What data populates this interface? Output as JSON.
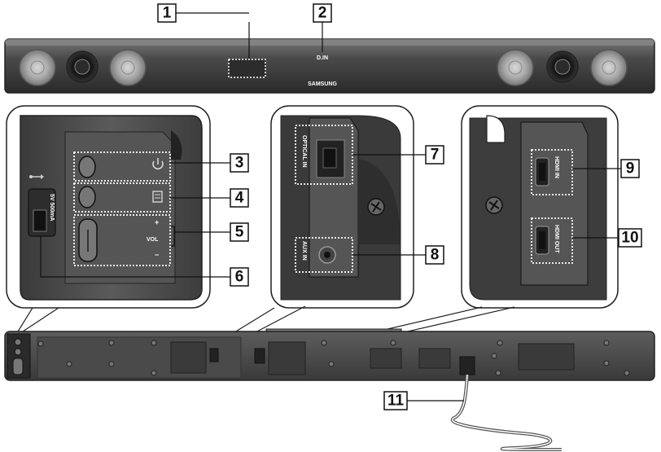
{
  "front": {
    "brand": "SAMSUNG",
    "din_mark": "D.IN"
  },
  "callouts": [
    {
      "id": "callout-1",
      "number": "1"
    },
    {
      "id": "callout-2",
      "number": "2"
    },
    {
      "id": "callout-3",
      "number": "3"
    },
    {
      "id": "callout-4",
      "number": "4"
    },
    {
      "id": "callout-5",
      "number": "5"
    },
    {
      "id": "callout-6",
      "number": "6"
    },
    {
      "id": "callout-7",
      "number": "7"
    },
    {
      "id": "callout-8",
      "number": "8"
    },
    {
      "id": "callout-9",
      "number": "9"
    },
    {
      "id": "callout-10",
      "number": "10"
    },
    {
      "id": "callout-11",
      "number": "11"
    }
  ],
  "side_panel": {
    "usb_rating": "5V 500mA",
    "vol_label": "VOL",
    "vol_plus": "+",
    "vol_minus": "−"
  },
  "ports_left": {
    "optical": "OPTICAL IN",
    "aux": "AUX IN"
  },
  "ports_right": {
    "hdmi_in": "HDMI IN",
    "hdmi_out": "HDMI OUT"
  }
}
